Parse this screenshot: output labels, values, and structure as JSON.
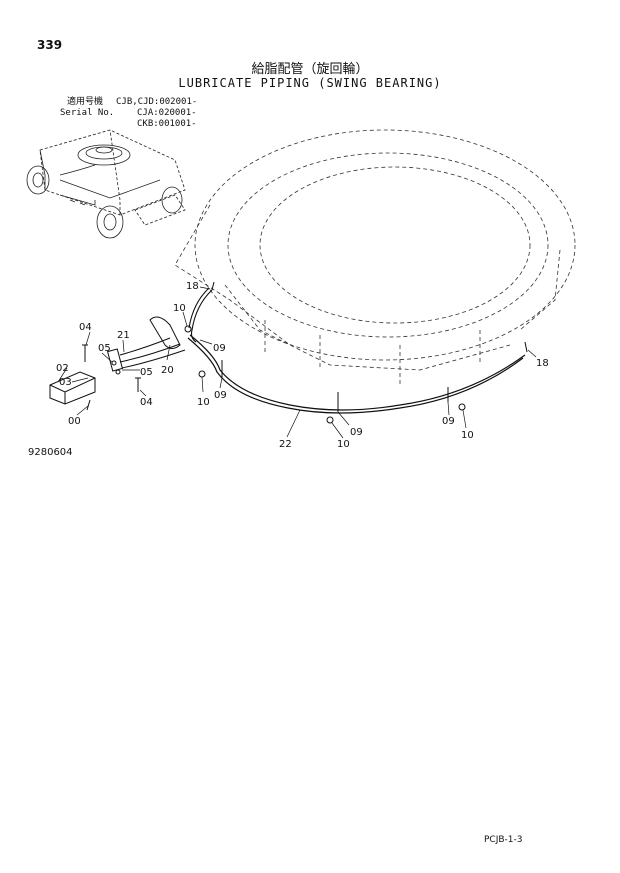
{
  "page_number": "339",
  "title_jp": "給脂配管（旋回輪）",
  "title_en": "LUBRICATE PIPING (SWING BEARING)",
  "applicability": {
    "label_jp": "適用号機",
    "label_en": "Serial No.",
    "models": [
      "CJB,CJD:002001-",
      "CJA:020001-",
      "CKB:001001-"
    ]
  },
  "callouts": [
    "18",
    "10",
    "04",
    "21",
    "09",
    "05",
    "02",
    "03",
    "20",
    "05",
    "04",
    "10",
    "09",
    "00",
    "22",
    "09",
    "10",
    "09",
    "10",
    "18"
  ],
  "drawing_number": "9280604",
  "page_code": "PCJB-1-3"
}
